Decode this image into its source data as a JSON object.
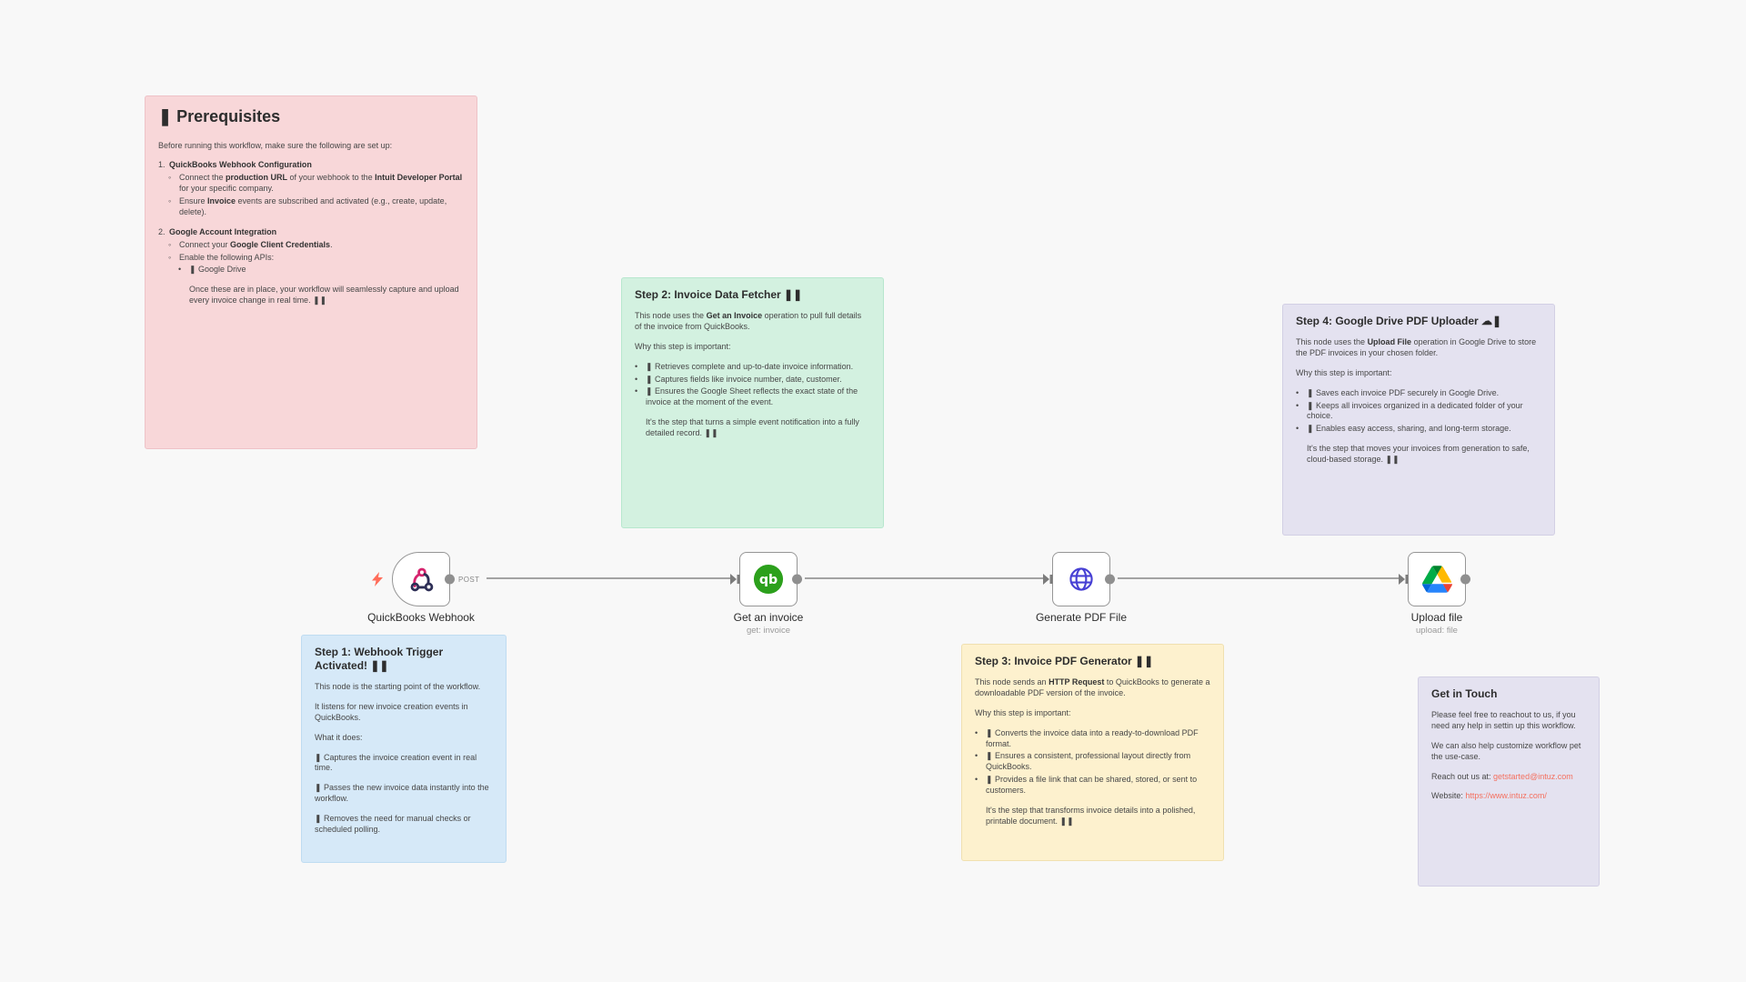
{
  "colors": {
    "canvas": "#f8f8f8",
    "link": "#f4705f",
    "wire": "#a3a3a3",
    "bolt": "#ff6d5a",
    "quickbooks_green": "#2CA01C",
    "http_globe_blue": "#4740d4",
    "webhook_pink": "#d6246e",
    "webhook_dark": "#2d2e56"
  },
  "notes": {
    "prereq": {
      "bg": "#f8d7d9",
      "border": "#eec2c7",
      "title": "❚ Prerequisites",
      "lines": [
        {
          "runs": [
            {
              "t": "Before running this workflow, make sure the following are set up:"
            }
          ]
        },
        {
          "mt": true,
          "marker": "1.",
          "runs": [
            {
              "t": "QuickBooks Webhook Configuration",
              "b": true
            }
          ]
        },
        {
          "indent": 11,
          "marker": "◦",
          "runs": [
            {
              "t": "Connect the "
            },
            {
              "t": "production URL",
              "b": true
            },
            {
              "t": " of your webhook to the "
            },
            {
              "t": "Intuit Developer Portal",
              "b": true
            },
            {
              "t": " for your specific company."
            }
          ]
        },
        {
          "indent": 11,
          "marker": "◦",
          "runs": [
            {
              "t": "Ensure "
            },
            {
              "t": "Invoice",
              "b": true
            },
            {
              "t": " events are subscribed and activated (e.g., create, update, delete)."
            }
          ]
        },
        {
          "mt": true,
          "marker": "2.",
          "runs": [
            {
              "t": "Google Account Integration",
              "b": true
            }
          ]
        },
        {
          "indent": 11,
          "marker": "◦",
          "runs": [
            {
              "t": "Connect your "
            },
            {
              "t": "Google Client Credentials",
              "b": true
            },
            {
              "t": "."
            }
          ]
        },
        {
          "indent": 11,
          "marker": "◦",
          "runs": [
            {
              "t": "Enable the following APIs:"
            }
          ]
        },
        {
          "indent": 22,
          "marker": "•",
          "runs": [
            {
              "t": "❚ Google Drive"
            }
          ]
        },
        {
          "indent": 34,
          "mt": true,
          "runs": [
            {
              "t": "Once these are in place, your workflow will seamlessly capture and upload every invoice change in real time. ❚❚"
            }
          ]
        }
      ]
    },
    "step1": {
      "bg": "#d6e9f8",
      "border": "#bfdcf1",
      "title": "Step 1: Webhook Trigger Activated! ❚❚",
      "lines": [
        {
          "runs": [
            {
              "t": "This node is the starting point of the workflow."
            }
          ]
        },
        {
          "mt": true,
          "runs": [
            {
              "t": "It listens for new invoice creation events in QuickBooks."
            }
          ]
        },
        {
          "mt": true,
          "runs": [
            {
              "t": "What it does:"
            }
          ]
        },
        {
          "mt": true,
          "runs": [
            {
              "t": "❚ Captures the invoice creation event in real time."
            }
          ]
        },
        {
          "mt": true,
          "runs": [
            {
              "t": "❚ Passes the new invoice data instantly into the workflow."
            }
          ]
        },
        {
          "mt": true,
          "runs": [
            {
              "t": "❚ Removes the need for manual checks or scheduled polling."
            }
          ]
        }
      ]
    },
    "step2": {
      "bg": "#d3f1e0",
      "border": "#b7e7ce",
      "title": "Step 2: Invoice Data Fetcher ❚❚",
      "lines": [
        {
          "runs": [
            {
              "t": "This node uses the "
            },
            {
              "t": "Get an Invoice",
              "b": true
            },
            {
              "t": " operation to pull full details of the invoice from QuickBooks."
            }
          ]
        },
        {
          "mt": true,
          "runs": [
            {
              "t": "Why this step is important:"
            }
          ]
        },
        {
          "mt": true,
          "marker": "•",
          "runs": [
            {
              "t": "❚ Retrieves complete and up-to-date invoice information."
            }
          ]
        },
        {
          "marker": "•",
          "runs": [
            {
              "t": "❚ Captures fields like invoice number, date, customer."
            }
          ]
        },
        {
          "marker": "•",
          "runs": [
            {
              "t": "❚ Ensures the Google Sheet reflects the exact state of the invoice at the moment of the event."
            }
          ]
        },
        {
          "indent": 12,
          "mt": true,
          "runs": [
            {
              "t": "It's the step that turns a simple event notification into a fully detailed record. ❚❚"
            }
          ]
        }
      ]
    },
    "step3": {
      "bg": "#fdf1ce",
      "border": "#f0e0b0",
      "title": "Step 3: Invoice PDF Generator ❚❚",
      "lines": [
        {
          "runs": [
            {
              "t": "This node sends an "
            },
            {
              "t": "HTTP Request",
              "b": true
            },
            {
              "t": " to QuickBooks to generate a downloadable PDF version of the invoice."
            }
          ]
        },
        {
          "mt": true,
          "runs": [
            {
              "t": "Why this step is important:"
            }
          ]
        },
        {
          "mt": true,
          "marker": "•",
          "runs": [
            {
              "t": "❚ Converts the invoice data into a ready-to-download PDF format."
            }
          ]
        },
        {
          "marker": "•",
          "runs": [
            {
              "t": "❚ Ensures a consistent, professional layout directly from QuickBooks."
            }
          ]
        },
        {
          "marker": "•",
          "runs": [
            {
              "t": "❚ Provides a file link that can be shared, stored, or sent to customers."
            }
          ]
        },
        {
          "indent": 12,
          "mt": true,
          "runs": [
            {
              "t": "It's the step that transforms invoice details into a polished, printable document. ❚❚"
            }
          ]
        }
      ]
    },
    "step4": {
      "bg": "#e4e2f0",
      "border": "#d2cfe4",
      "title": "Step 4: Google Drive PDF Uploader ☁❚",
      "lines": [
        {
          "runs": [
            {
              "t": "This node uses the "
            },
            {
              "t": "Upload File",
              "b": true
            },
            {
              "t": " operation in Google Drive to store the PDF invoices in your chosen folder."
            }
          ]
        },
        {
          "mt": true,
          "runs": [
            {
              "t": "Why this step is important:"
            }
          ]
        },
        {
          "mt": true,
          "marker": "•",
          "runs": [
            {
              "t": "❚ Saves each invoice PDF securely in Google Drive."
            }
          ]
        },
        {
          "marker": "•",
          "runs": [
            {
              "t": "❚ Keeps all invoices organized in a dedicated folder of your choice."
            }
          ]
        },
        {
          "marker": "•",
          "runs": [
            {
              "t": "❚ Enables easy access, sharing, and long-term storage."
            }
          ]
        },
        {
          "indent": 12,
          "mt": true,
          "runs": [
            {
              "t": "It's the step that moves your invoices from generation to safe, cloud-based storage. ❚❚"
            }
          ]
        }
      ]
    },
    "touch": {
      "bg": "#e4e2f0",
      "border": "#d2cfe4",
      "title": "Get in Touch",
      "lines": [
        {
          "runs": [
            {
              "t": "Please feel free to reachout to us, if you need any help in settin up this workflow."
            }
          ]
        },
        {
          "mt": true,
          "runs": [
            {
              "t": "We can also help customize workflow pet the use-case."
            }
          ]
        },
        {
          "mt": true,
          "runs": [
            {
              "t": "Reach out us at: "
            },
            {
              "t": "getstarted@intuz.com",
              "link": true,
              "name": "email-link"
            }
          ]
        },
        {
          "mt": true,
          "runs": [
            {
              "t": "Website: "
            },
            {
              "t": "https://www.intuz.com/",
              "link": true,
              "name": "website-link"
            }
          ]
        }
      ]
    }
  },
  "nodes": {
    "webhook": {
      "label": "QuickBooks Webhook",
      "output_label": "POST"
    },
    "invoice": {
      "label": "Get an invoice",
      "subtitle": "get: invoice"
    },
    "pdf": {
      "label": "Generate PDF File"
    },
    "upload": {
      "label": "Upload file",
      "subtitle": "upload: file"
    }
  }
}
